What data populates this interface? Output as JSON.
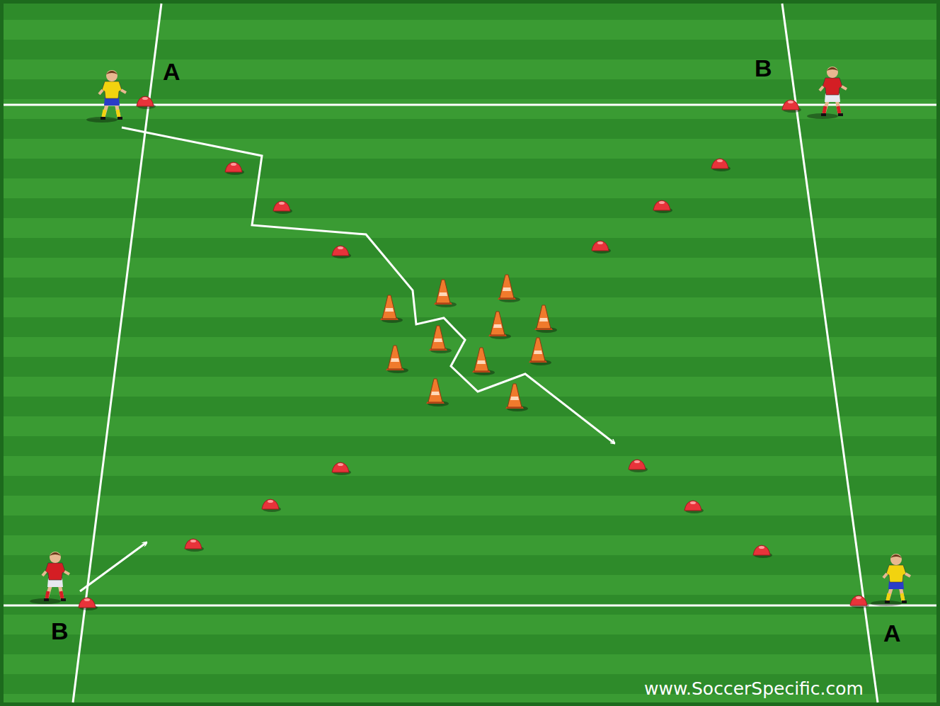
{
  "diagram": {
    "labels": [
      "A",
      "B",
      "B",
      "A",
      "www.SoccerSpecific.com"
    ]
  }
}
